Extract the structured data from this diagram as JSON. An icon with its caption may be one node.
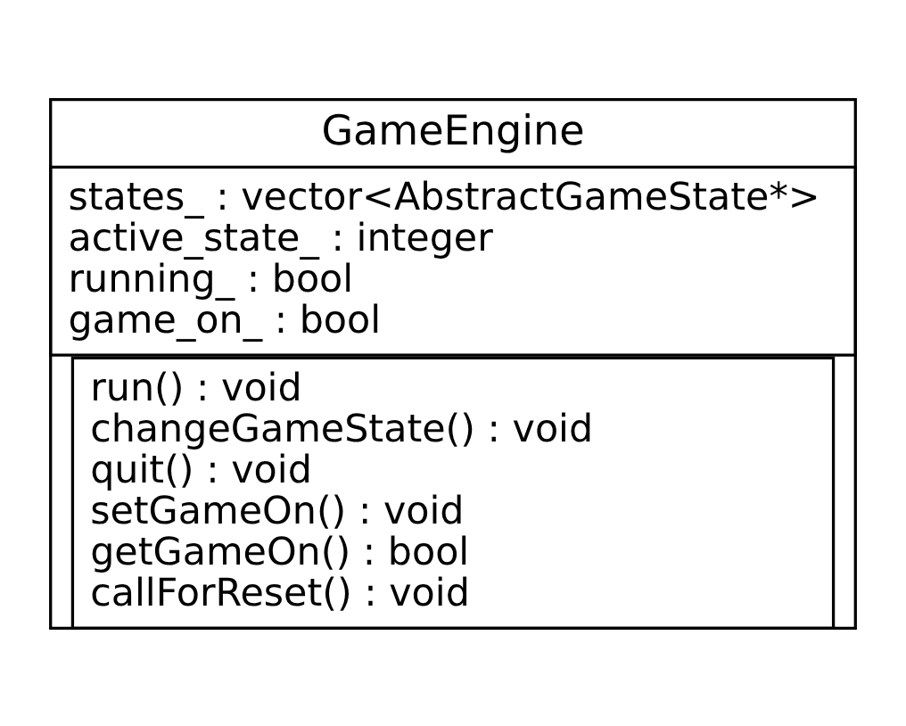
{
  "diagram": {
    "nodes": [
      {
        "text": [
          "GameEngine"
        ]
      },
      {
        "text": [
          "states_ : vector<AbstractGameState*>",
          "active_state_ : integer",
          "running_ : bool",
          "game_on_ : bool"
        ],
        "in": 0
      },
      {
        "text": [
          "run() : void",
          "changeGameState() : void",
          "quit() : void",
          "setGameOn() : void",
          "getGameOn() : bool",
          "callForReset() : void"
        ],
        "in": 0
      }
    ],
    "edges": []
  }
}
